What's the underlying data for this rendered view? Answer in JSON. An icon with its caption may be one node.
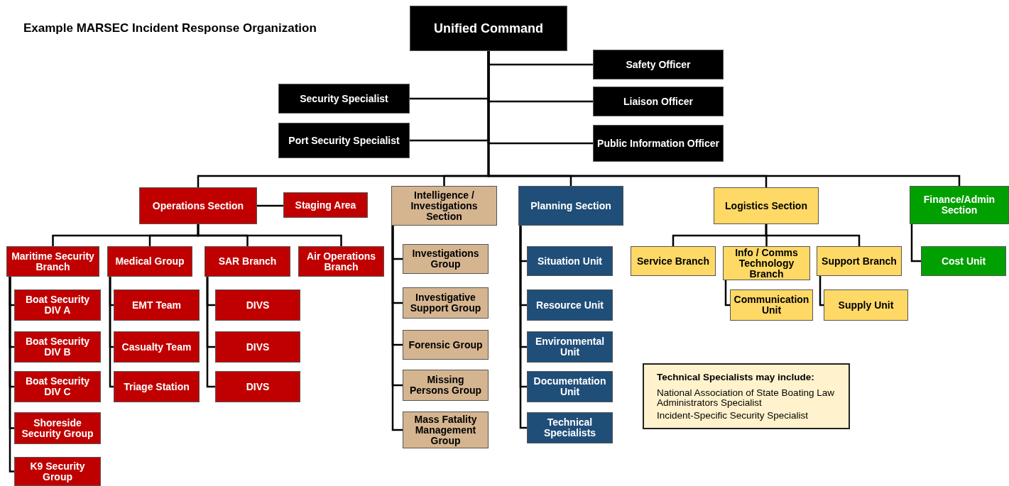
{
  "diagram": {
    "title": "Example MARSEC Incident Response Organization",
    "nodes": [
      {
        "text": [
          "Unified Command"
        ]
      },
      {
        "text": [
          "Safety Officer"
        ]
      },
      {
        "text": [
          "Security Specialist"
        ]
      },
      {
        "text": [
          "Liaison Officer"
        ]
      },
      {
        "text": [
          "Port Security Specialist"
        ]
      },
      {
        "text": [
          "Public Information Officer"
        ]
      },
      {
        "text": [
          "Operations Section"
        ]
      },
      {
        "text": [
          "Staging Area"
        ]
      },
      {
        "text": [
          "Intelligence / Investigations Section"
        ]
      },
      {
        "text": [
          "Planning Section"
        ]
      },
      {
        "text": [
          "Logistics Section"
        ]
      },
      {
        "text": [
          "Finance/Admin Section"
        ]
      },
      {
        "text": [
          "Maritime Security Branch"
        ]
      },
      {
        "text": [
          "Medical Group"
        ]
      },
      {
        "text": [
          "SAR Branch"
        ]
      },
      {
        "text": [
          "Air Operations Branch"
        ]
      },
      {
        "text": [
          "Boat Security DIV A"
        ]
      },
      {
        "text": [
          "Boat Security DIV B"
        ]
      },
      {
        "text": [
          "Boat Security DIV C"
        ]
      },
      {
        "text": [
          "Shoreside Security Group"
        ]
      },
      {
        "text": [
          "K9 Security Group"
        ]
      },
      {
        "text": [
          "EMT Team"
        ]
      },
      {
        "text": [
          "Casualty Team"
        ]
      },
      {
        "text": [
          "Triage Station"
        ]
      },
      {
        "text": [
          "DIVS"
        ]
      },
      {
        "text": [
          "DIVS"
        ]
      },
      {
        "text": [
          "DIVS"
        ]
      },
      {
        "text": [
          "Investigations Group"
        ]
      },
      {
        "text": [
          "Investigative Support Group"
        ]
      },
      {
        "text": [
          "Forensic Group"
        ]
      },
      {
        "text": [
          "Missing Persons Group"
        ]
      },
      {
        "text": [
          "Mass Fatality Management Group"
        ]
      },
      {
        "text": [
          "Situation Unit"
        ]
      },
      {
        "text": [
          "Resource Unit"
        ]
      },
      {
        "text": [
          "Environmental Unit"
        ]
      },
      {
        "text": [
          "Documentation Unit"
        ]
      },
      {
        "text": [
          "Technical Specialists"
        ]
      },
      {
        "text": [
          "Service Branch"
        ]
      },
      {
        "text": [
          "Info / Comms Technology Branch"
        ]
      },
      {
        "text": [
          "Support Branch"
        ]
      },
      {
        "text": [
          "Communication Unit"
        ]
      },
      {
        "text": [
          "Supply Unit"
        ]
      },
      {
        "text": [
          "Cost Unit"
        ]
      },
      {
        "text": [
          "Technical Specialists may include:",
          "National Association of State Boating Law Administrators Specialist",
          "Incident-Specific Security Specialist"
        ]
      }
    ],
    "edges": [
      {
        "from": 0,
        "to": 1,
        "arrow": "none"
      },
      {
        "from": 0,
        "to": 2,
        "arrow": "none"
      },
      {
        "from": 0,
        "to": 3,
        "arrow": "none"
      },
      {
        "from": 0,
        "to": 4,
        "arrow": "none"
      },
      {
        "from": 0,
        "to": 5,
        "arrow": "none"
      },
      {
        "from": 0,
        "to": 6,
        "arrow": "none"
      },
      {
        "from": 0,
        "to": 8,
        "arrow": "none"
      },
      {
        "from": 0,
        "to": 9,
        "arrow": "none"
      },
      {
        "from": 0,
        "to": 10,
        "arrow": "none"
      },
      {
        "from": 0,
        "to": 11,
        "arrow": "none"
      },
      {
        "from": 6,
        "to": 7,
        "arrow": "none"
      },
      {
        "from": 6,
        "to": 12,
        "arrow": "none"
      },
      {
        "from": 6,
        "to": 13,
        "arrow": "none"
      },
      {
        "from": 6,
        "to": 14,
        "arrow": "none"
      },
      {
        "from": 6,
        "to": 15,
        "arrow": "none"
      },
      {
        "from": 12,
        "to": 16,
        "arrow": "none"
      },
      {
        "from": 12,
        "to": 17,
        "arrow": "none"
      },
      {
        "from": 12,
        "to": 18,
        "arrow": "none"
      },
      {
        "from": 12,
        "to": 19,
        "arrow": "none"
      },
      {
        "from": 12,
        "to": 20,
        "arrow": "none"
      },
      {
        "from": 13,
        "to": 21,
        "arrow": "none"
      },
      {
        "from": 13,
        "to": 22,
        "arrow": "none"
      },
      {
        "from": 13,
        "to": 23,
        "arrow": "none"
      },
      {
        "from": 14,
        "to": 24,
        "arrow": "none"
      },
      {
        "from": 14,
        "to": 25,
        "arrow": "none"
      },
      {
        "from": 14,
        "to": 26,
        "arrow": "none"
      },
      {
        "from": 8,
        "to": 27,
        "arrow": "none"
      },
      {
        "from": 8,
        "to": 28,
        "arrow": "none"
      },
      {
        "from": 8,
        "to": 29,
        "arrow": "none"
      },
      {
        "from": 8,
        "to": 30,
        "arrow": "none"
      },
      {
        "from": 8,
        "to": 31,
        "arrow": "none"
      },
      {
        "from": 9,
        "to": 32,
        "arrow": "none"
      },
      {
        "from": 9,
        "to": 33,
        "arrow": "none"
      },
      {
        "from": 9,
        "to": 34,
        "arrow": "none"
      },
      {
        "from": 9,
        "to": 35,
        "arrow": "none"
      },
      {
        "from": 9,
        "to": 36,
        "arrow": "none"
      },
      {
        "from": 10,
        "to": 37,
        "arrow": "none"
      },
      {
        "from": 10,
        "to": 38,
        "arrow": "none"
      },
      {
        "from": 10,
        "to": 39,
        "arrow": "none"
      },
      {
        "from": 38,
        "to": 40,
        "arrow": "none"
      },
      {
        "from": 39,
        "to": 41,
        "arrow": "none"
      },
      {
        "from": 11,
        "to": 42,
        "arrow": "none"
      }
    ]
  }
}
